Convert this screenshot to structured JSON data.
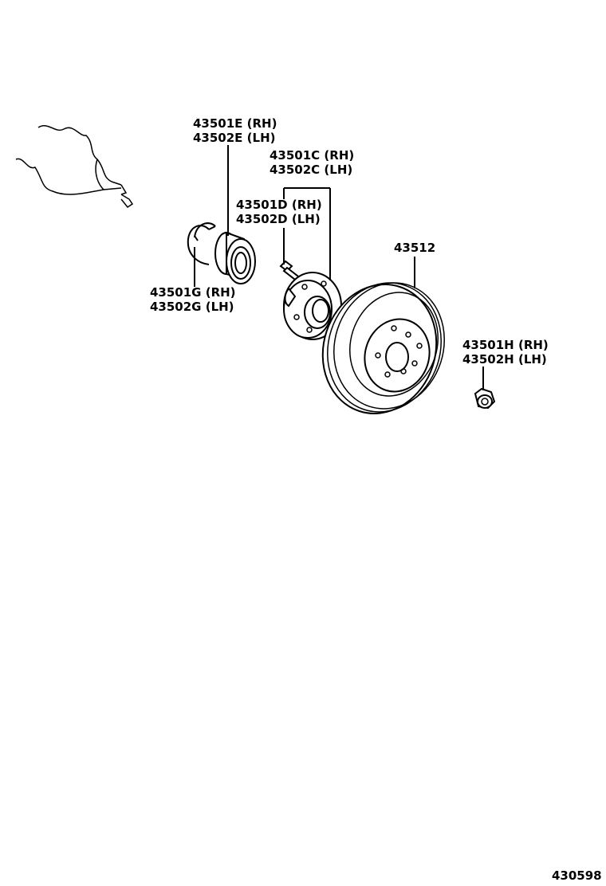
{
  "labels": {
    "bearing": [
      "43501E (RH)",
      "43502E (LH)"
    ],
    "hub": [
      "43501C (RH)",
      "43502C (LH)"
    ],
    "hub_bolt": [
      "43501D (RH)",
      "43502D (LH)"
    ],
    "snap_ring": [
      "43501G (RH)",
      "43502G (LH)"
    ],
    "disc": [
      "43512"
    ],
    "nut": [
      "43501H (RH)",
      "43502H (LH)"
    ]
  },
  "figure_number": "430598"
}
